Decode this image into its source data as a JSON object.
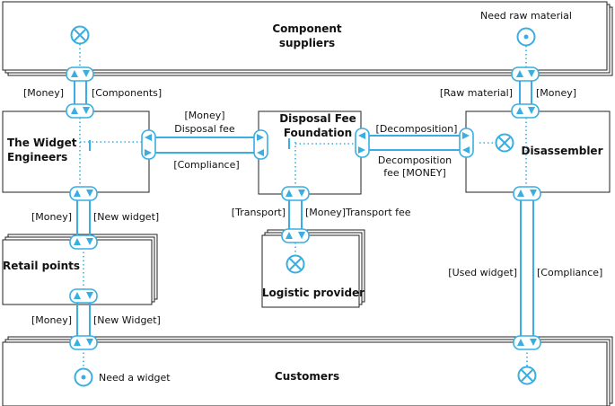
{
  "actors": {
    "component_suppliers": [
      "Component",
      "suppliers"
    ],
    "widget_engineers": [
      "The Widget",
      "Engineers"
    ],
    "disposal_fee_foundation": [
      "Disposal Fee",
      "Foundation"
    ],
    "disassembler": [
      "Disassembler"
    ],
    "retail_points": [
      "Retail points"
    ],
    "logistic_provider": [
      "Logistic provider"
    ],
    "customers": [
      "Customers"
    ]
  },
  "needs": {
    "raw_material": "Need raw material",
    "widget": "Need a widget"
  },
  "flows": {
    "supplier_engineer_money": "[Money]",
    "supplier_engineer_components": "[Components]",
    "engineer_foundation_money": "[Money]",
    "engineer_foundation_fee": "Disposal fee",
    "engineer_foundation_compliance": "[Compliance]",
    "foundation_disassembler_decomposition": "[Decomposition]",
    "foundation_disassembler_fee": [
      "Decomposition",
      "fee [MONEY]"
    ],
    "supplier_disassembler_raw": "[Raw material]",
    "supplier_disassembler_money": "[Money]",
    "engineer_retail_money": "[Money]",
    "engineer_retail_widget": "[New widget]",
    "foundation_logistic_transport": "[Transport]",
    "foundation_logistic_money": "[Money]Transport fee",
    "retail_customer_money": "[Money]",
    "retail_customer_widget": "[New Widget]",
    "customer_disassembler_used": "[Used widget]",
    "customer_disassembler_compliance": "[Compliance]"
  },
  "icons": {
    "start": "double-circle-icon",
    "end": "circled-x-icon",
    "and_split": "bar-icon"
  },
  "colors": {
    "flow": "#3aaee0",
    "border": "#222222",
    "text": "#111111"
  }
}
